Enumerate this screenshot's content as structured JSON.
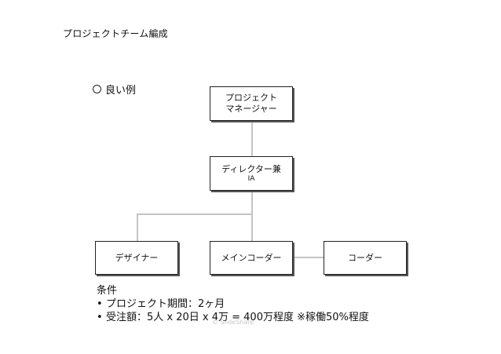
{
  "title": "プロジェクトチーム編成",
  "good_example_label": "良い例",
  "nodes": {
    "pm": {
      "line1": "プロジェクト",
      "line2": "マネージャー"
    },
    "director": {
      "line1": "ディレクター兼",
      "line2": "IA"
    },
    "designer": {
      "label": "デザイナー"
    },
    "main_coder": {
      "label": "メインコーダー"
    },
    "coder": {
      "label": "コーダー"
    }
  },
  "conditions": {
    "heading": "条件",
    "bullet": "•",
    "items": [
      "プロジェクト期間：2ヶ月",
      "受注額：5人 x 20日 x 4万 = 400万程度 ※稼働50%程度"
    ]
  },
  "watermark": "© SlideShare"
}
